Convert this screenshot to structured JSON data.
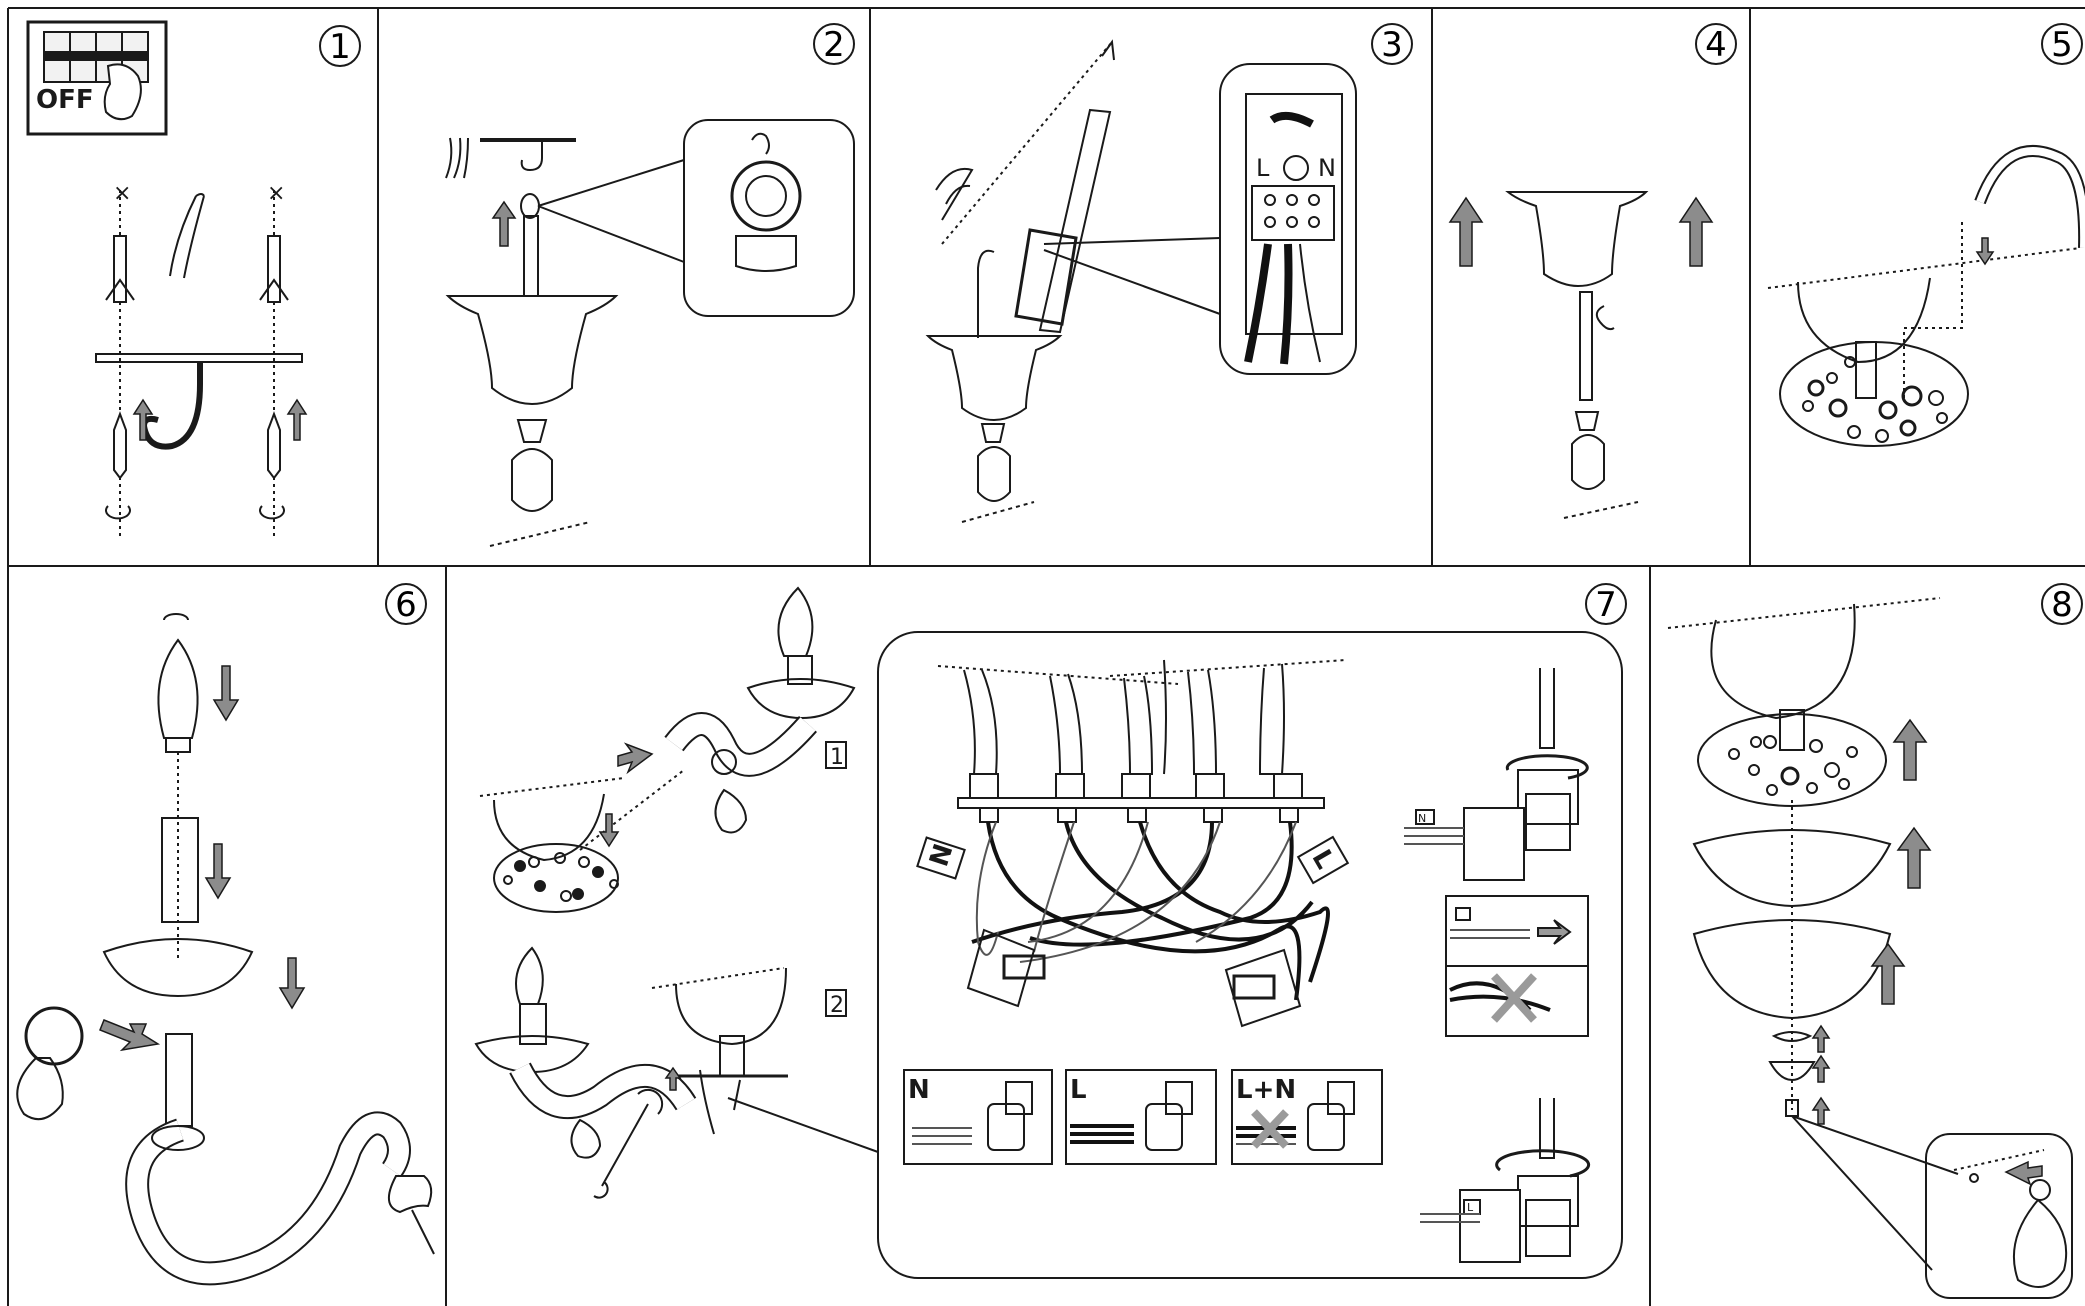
{
  "steps": [
    {
      "id": "1",
      "number": "1"
    },
    {
      "id": "2",
      "number": "2"
    },
    {
      "id": "3",
      "number": "3"
    },
    {
      "id": "4",
      "number": "4"
    },
    {
      "id": "5",
      "number": "5"
    },
    {
      "id": "6",
      "number": "6"
    },
    {
      "id": "7",
      "number": "7"
    },
    {
      "id": "8",
      "number": "8"
    }
  ],
  "step1": {
    "switch_label": "OFF"
  },
  "step3": {
    "terminal_L": "L",
    "terminal_N": "N"
  },
  "step7": {
    "sub_step_1": "1",
    "sub_step_2": "2",
    "wire_N": "N",
    "wire_L": "L",
    "legend_N": "N",
    "legend_L": "L",
    "legend_LN": "L+N",
    "tag_N": "N",
    "tag_L": "L"
  },
  "colors": {
    "line": "#1a1a1a",
    "arrow": "#8c8c8c",
    "wire_black": "#111111",
    "cross": "#9a9a9a"
  }
}
